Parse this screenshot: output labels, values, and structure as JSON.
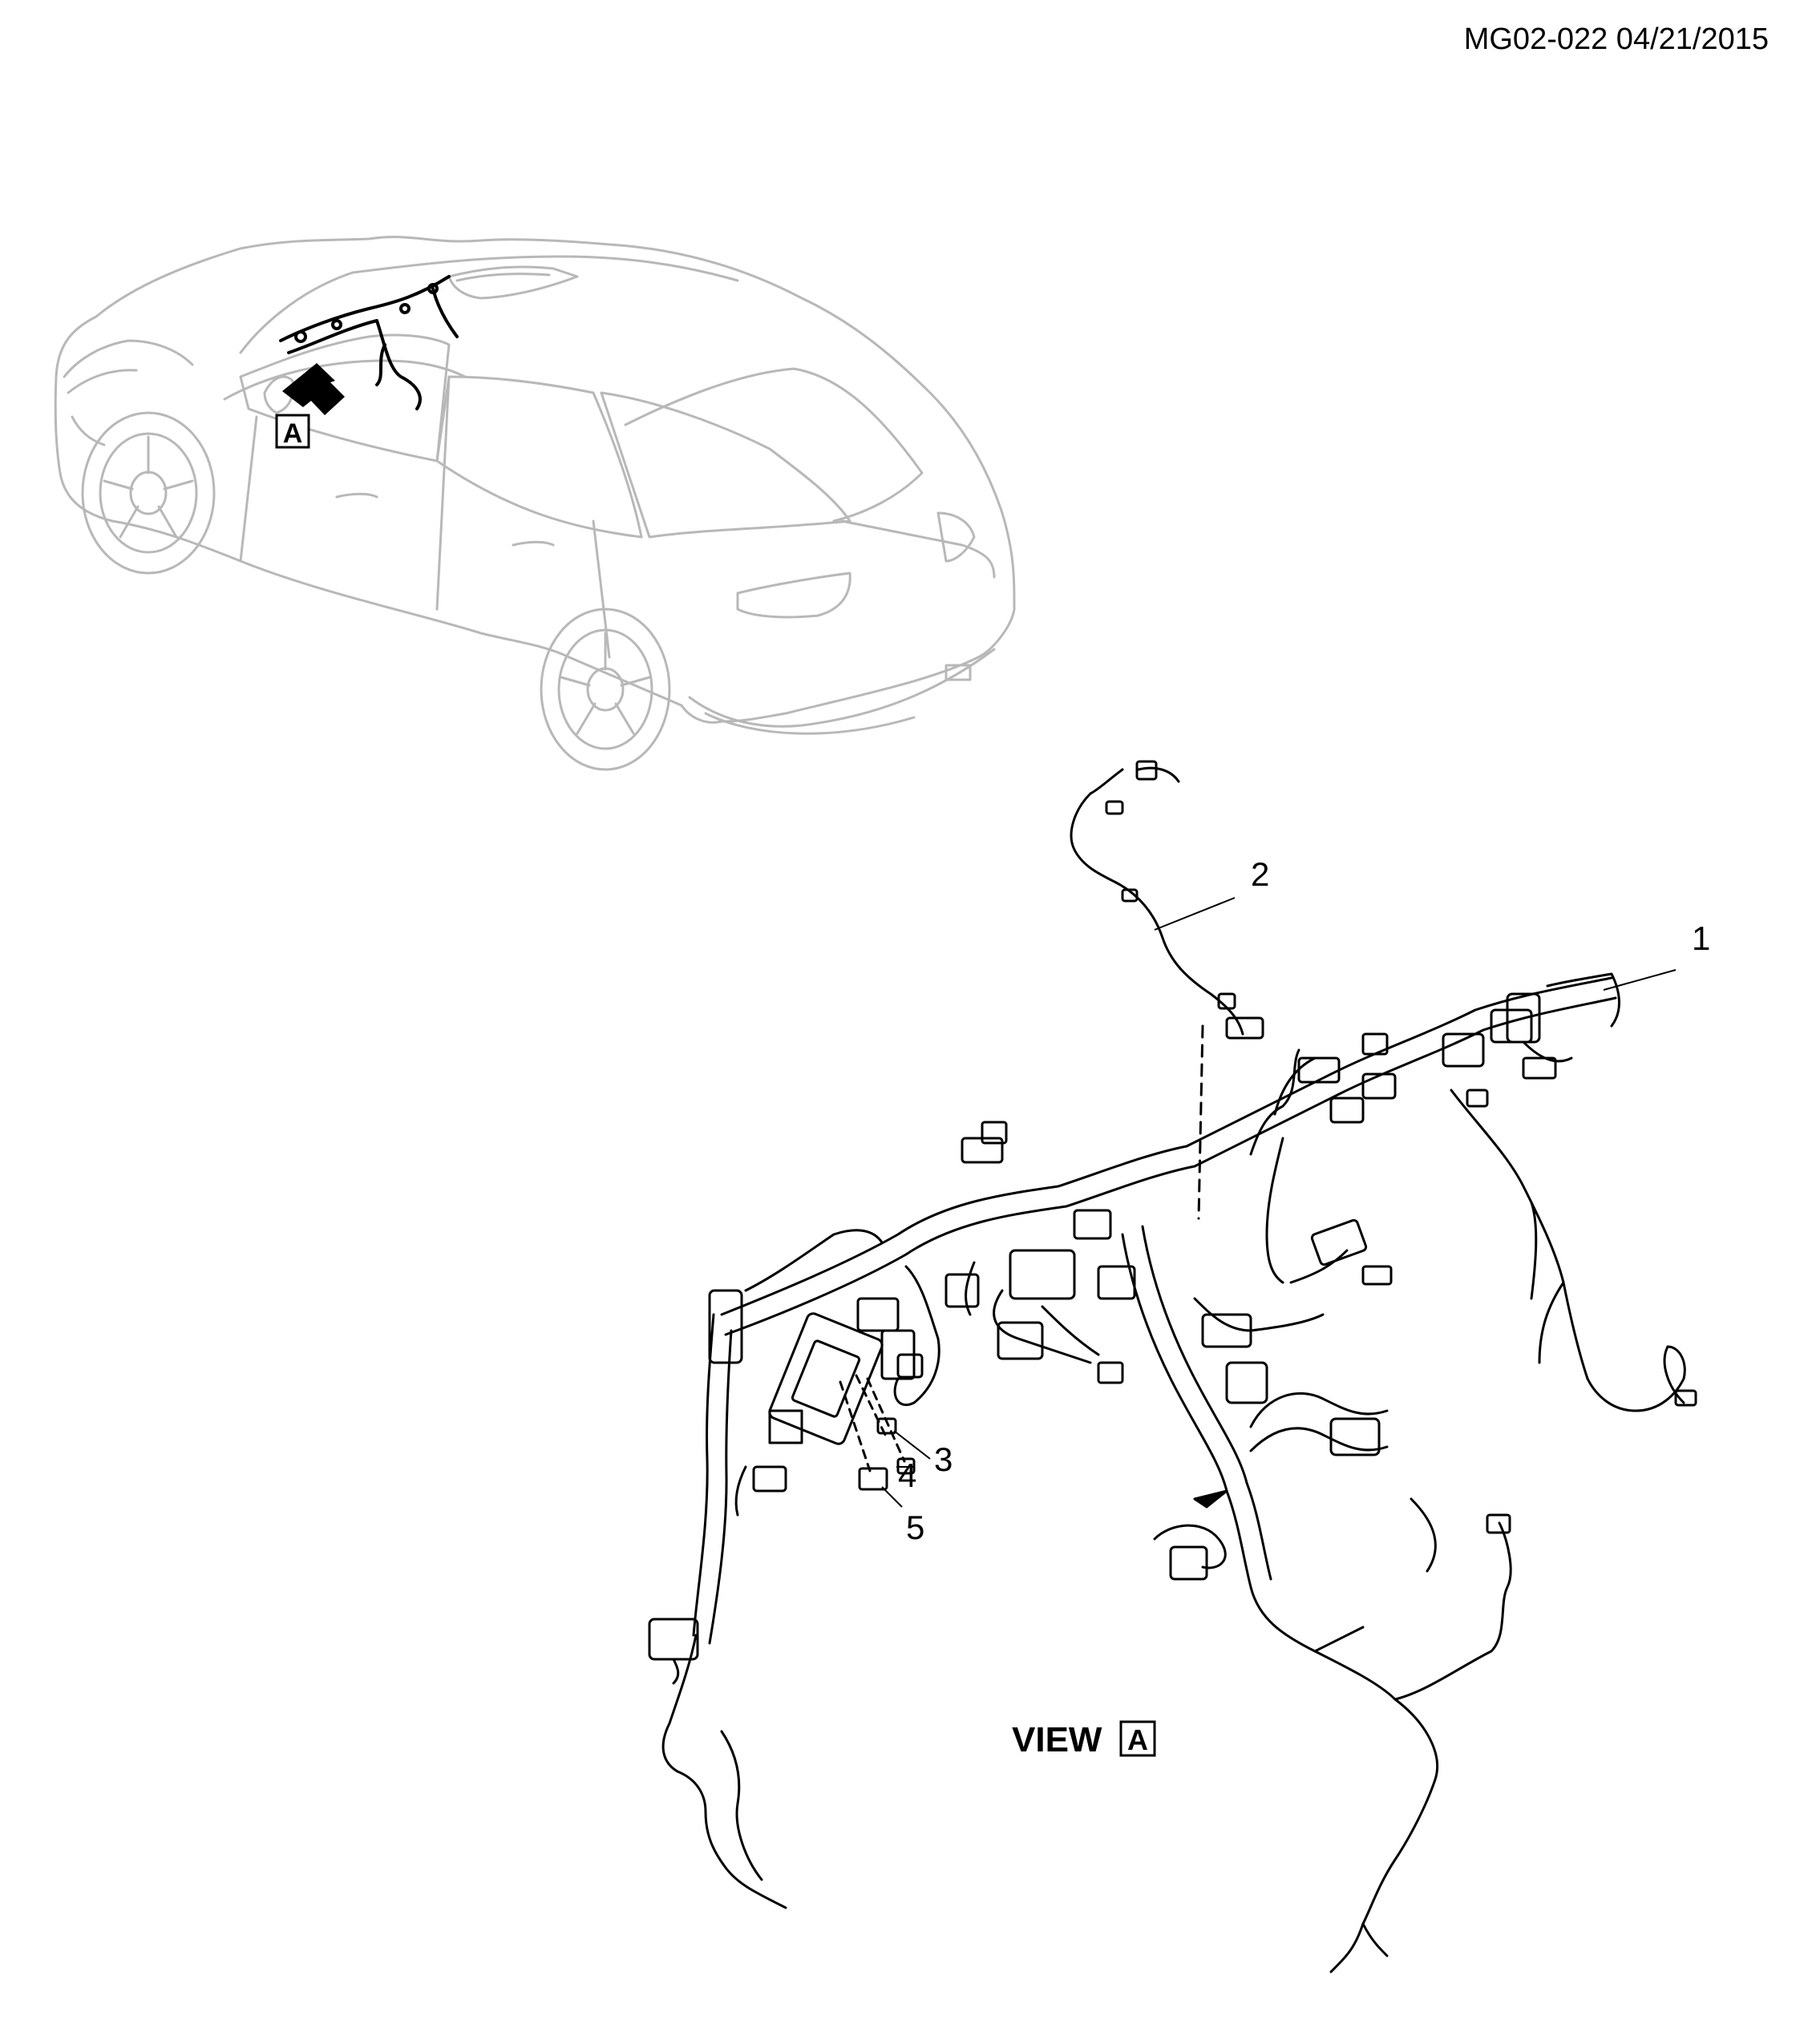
{
  "header": {
    "document_id": "MG02-022 04/21/2015"
  },
  "callouts": [
    {
      "number": "1"
    },
    {
      "number": "2"
    },
    {
      "number": "3"
    },
    {
      "number": "4"
    },
    {
      "number": "5"
    }
  ],
  "view": {
    "label": "VIEW",
    "letter": "A"
  },
  "car_marker": {
    "letter": "A"
  },
  "colors": {
    "line": "#000000",
    "car_outline": "#b8b8b8",
    "background": "#ffffff"
  }
}
